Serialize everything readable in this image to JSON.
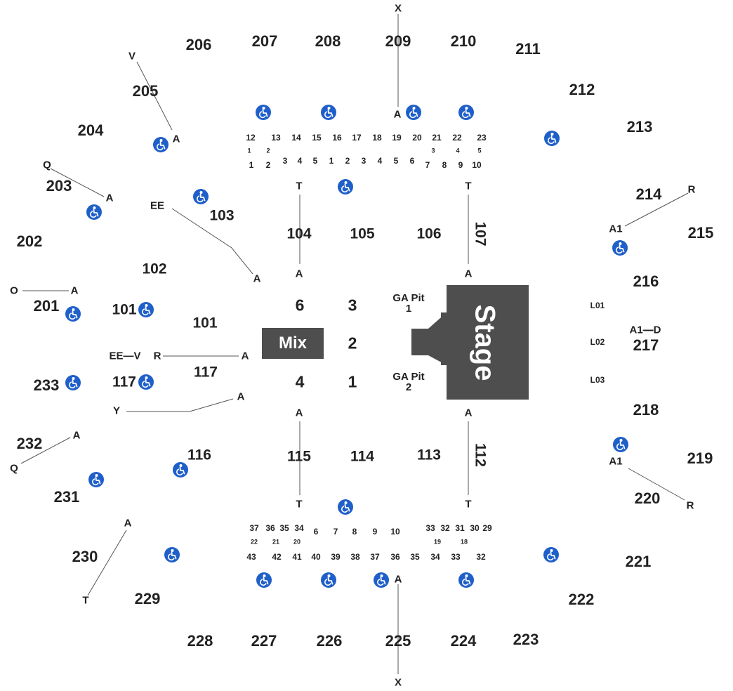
{
  "upper_sections": [
    "206",
    "207",
    "208",
    "209",
    "210",
    "211",
    "212",
    "213",
    "214",
    "215",
    "216",
    "217",
    "218",
    "219",
    "220",
    "221",
    "222",
    "223",
    "224",
    "225",
    "226",
    "227",
    "228",
    "229",
    "230",
    "231",
    "232",
    "233",
    "201",
    "202",
    "203",
    "204",
    "205"
  ],
  "lower_sections": [
    "101",
    "102",
    "103",
    "104",
    "105",
    "106",
    "107",
    "112",
    "113",
    "114",
    "115",
    "116",
    "117"
  ],
  "floor_sections": [
    "6",
    "3",
    "2",
    "4",
    "1"
  ],
  "mix_label": "Mix",
  "stage_label": "Stage",
  "ga_pit_1": [
    "GA Pit",
    "1"
  ],
  "ga_pit_2": [
    "GA Pit",
    "2"
  ],
  "loge_boxes": [
    "L01",
    "L02",
    "L03"
  ],
  "accessible_icon": "wheelchair-icon",
  "accent_color": "#1f5fc9",
  "stage_color": "#4e4e4e",
  "markers": {
    "X_top": "X",
    "A_209": "A",
    "V": "V",
    "A_205": "A",
    "Q_top": "Q",
    "A_203": "A",
    "EE_top": "EE",
    "A_102": "A",
    "O": "O",
    "A_201": "A",
    "EE_V": "EE—V",
    "R_117": "R",
    "A_mix": "A",
    "Y": "Y",
    "A_Y": "A",
    "A_232": "A",
    "Q_bottom": "Q",
    "A_230": "A",
    "T_230": "T",
    "A_225": "A",
    "X_bottom": "X",
    "T_104": "T",
    "A_104": "A",
    "T_107": "T",
    "A_107": "A",
    "A_115": "A",
    "T_115": "T",
    "A_112": "A",
    "T_112": "T",
    "R_top": "R",
    "A1_top": "A1",
    "A1_D": "A1—D",
    "A1_bottom": "A1",
    "R_bottom": "R",
    "section_101_label": "101",
    "section_117_label": "117"
  },
  "row_numbers_top_outer": [
    "12",
    "13",
    "14",
    "15",
    "16",
    "17",
    "18",
    "19",
    "20",
    "21",
    "22",
    "23"
  ],
  "row_numbers_top_inner": [
    "1",
    "2",
    "3",
    "4",
    "5",
    "1",
    "2",
    "3",
    "4",
    "5",
    "6",
    "7",
    "8",
    "9",
    "10"
  ],
  "row_numbers_top_small": [
    "1",
    "2",
    "3",
    "4",
    "5"
  ],
  "row_numbers_bottom_outer": [
    "43",
    "42",
    "41",
    "40",
    "39",
    "38",
    "37",
    "36",
    "35",
    "34",
    "33",
    "32"
  ],
  "row_numbers_bottom_inner": [
    "37",
    "36",
    "35",
    "34",
    "6",
    "7",
    "8",
    "9",
    "10",
    "33",
    "32",
    "31",
    "30",
    "29"
  ],
  "row_numbers_bottom_small": [
    "22",
    "21",
    "20",
    "19",
    "18"
  ]
}
